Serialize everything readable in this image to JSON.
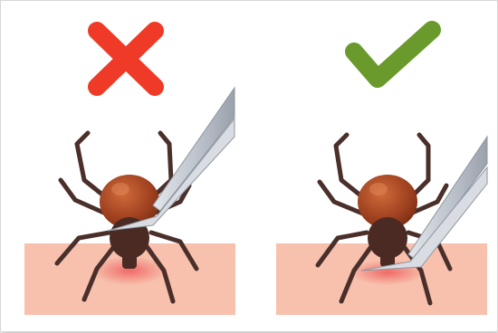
{
  "panels": [
    {
      "id": "wrong",
      "verdict": "incorrect",
      "icon": "x-mark-icon",
      "color": "#ee3a26"
    },
    {
      "id": "right",
      "verdict": "correct",
      "icon": "check-mark-icon",
      "color": "#6a9a2c"
    }
  ],
  "colors": {
    "skin": "#f7c1ad",
    "bite": "#ef6a6a",
    "tick_body": "#a84a25",
    "tick_scutum": "#4a2a22",
    "tick_legs": "#4a2f2a",
    "tweezers": "#c8cdd4"
  }
}
